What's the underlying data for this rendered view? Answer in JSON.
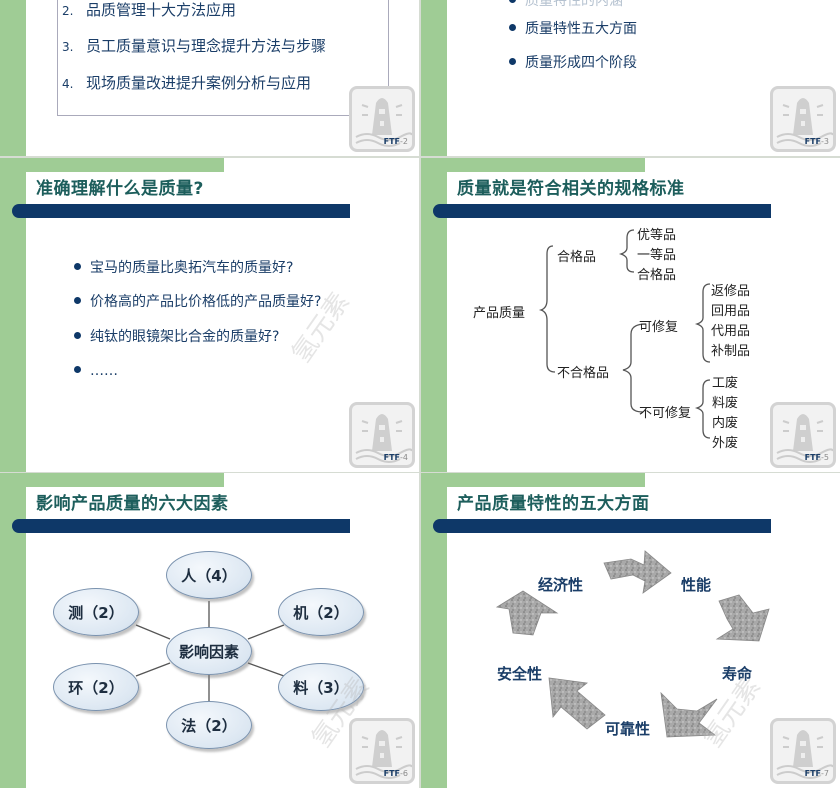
{
  "colors": {
    "green_frame": "#9fcc95",
    "title_bar": "#0e3868",
    "title_text": "#1d5e5c",
    "body_text": "#1b3e68"
  },
  "watermark_text": "氢元素",
  "slides": [
    {
      "id": "FTF-2",
      "footer_prefix": "FTF",
      "footer_num": "-2",
      "items": [
        {
          "num": "2.",
          "text": "品质管理十大方法应用"
        },
        {
          "num": "3.",
          "text": "员工质量意识与理念提升方法与步骤"
        },
        {
          "num": "4.",
          "text": "现场质量改进提升案例分析与应用"
        }
      ]
    },
    {
      "id": "FTF-3",
      "footer_prefix": "FTF",
      "footer_num": "-3",
      "bullets": [
        "质量特性五大方面",
        "质量形成四个阶段"
      ]
    },
    {
      "id": "FTF-4",
      "footer_prefix": "FTF",
      "footer_num": "-4",
      "title": "准确理解什么是质量?",
      "bullets": [
        "宝马的质量比奥拓汽车的质量好?",
        "价格高的产品比价格低的产品质量好?",
        "纯钛的眼镜架比合金的质量好?",
        "……"
      ]
    },
    {
      "id": "FTF-5",
      "footer_prefix": "FTF",
      "footer_num": "-5",
      "title": "质量就是符合相关的规格标准",
      "tree": {
        "root": "产品质量",
        "qualified": {
          "label": "合格品",
          "children": [
            "优等品",
            "一等品",
            "合格品"
          ]
        },
        "unqualified": {
          "label": "不合格品",
          "repairable": {
            "label": "可修复",
            "children": [
              "返修品",
              "回用品",
              "代用品",
              "补制品"
            ]
          },
          "unrepairable": {
            "label": "不可修复",
            "children": [
              "工废",
              "料废",
              "内废",
              "外废"
            ]
          }
        }
      }
    },
    {
      "id": "FTF-6",
      "footer_prefix": "FTF",
      "footer_num": "-6",
      "title": "影响产品质量的六大因素",
      "center": "影响因素",
      "factors": {
        "ren": "人（4）",
        "ji": "机（2）",
        "liao": "料（3）",
        "fa": "法（2）",
        "huan": "环（2）",
        "ce": "测（2）"
      }
    },
    {
      "id": "FTF-7",
      "footer_prefix": "FTF",
      "footer_num": "-7",
      "title": "产品质量特性的五大方面",
      "aspects": {
        "performance": "性能",
        "lifespan": "寿命",
        "reliability": "可靠性",
        "safety": "安全性",
        "economy": "经济性"
      }
    }
  ]
}
